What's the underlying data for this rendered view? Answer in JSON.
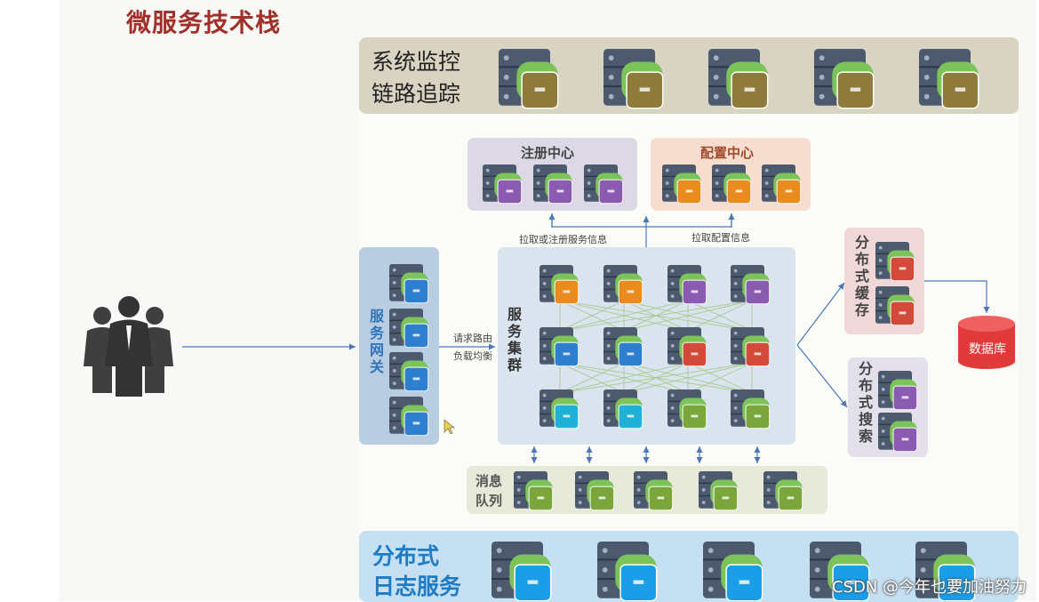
{
  "title": "微服务技术栈",
  "monitoring": {
    "line1": "系统监控",
    "line2": "链路追踪"
  },
  "registry": {
    "label": "注册中心"
  },
  "config": {
    "label": "配置中心"
  },
  "gateway": {
    "label": "服务网关"
  },
  "cluster": {
    "label": "服务集群"
  },
  "cache": {
    "label": "分布式缓存"
  },
  "search": {
    "label": "分布式搜索"
  },
  "database": {
    "label": "数据库"
  },
  "mq": {
    "label": "消息队列"
  },
  "logging": {
    "line1": "分布式",
    "line2": "日志服务"
  },
  "edges": {
    "pull_register": "拉取或注册服务信息",
    "pull_config": "拉取配置信息",
    "route_line1": "请求路由",
    "route_line2": "负载均衡"
  },
  "watermark": "CSDN @今年也要加油努力",
  "colors": {
    "title": "#a0302a",
    "monitor_band": "#d9d3c2",
    "registry_panel": "#dcd8e6",
    "config_panel": "#f7ddd0",
    "gateway_panel": "#b9cde2",
    "cluster_panel": "#d9e4ee",
    "cache_panel": "#f1d8d8",
    "search_panel": "#e3dfeb",
    "mq_panel": "#e7e9d9",
    "log_band": "#c5e0f3",
    "database": "#e03a3a"
  }
}
